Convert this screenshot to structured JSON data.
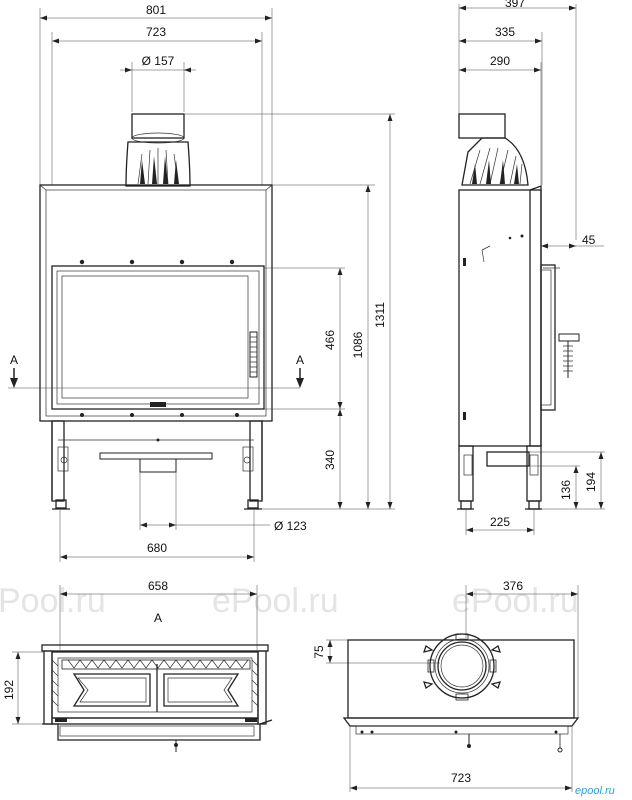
{
  "front_view": {
    "width_overall": "801",
    "width_body": "723",
    "flue_diameter": "Ø 157",
    "height_total": "1311",
    "height_body": "1086",
    "height_glass": "466",
    "height_legs": "340",
    "leg_pipe_diameter": "Ø 123",
    "leg_span": "680",
    "section_marker_left": "A",
    "section_marker_right": "A"
  },
  "side_view": {
    "depth_overall": "397",
    "depth_body": "335",
    "depth_flue": "290",
    "frame_depth": "45",
    "air_inlet_height_low": "136",
    "air_inlet_height_high": "194",
    "leg_depth": "225"
  },
  "section_view": {
    "inner_width": "658",
    "section_label": "A",
    "depth": "192"
  },
  "top_view": {
    "flue_offset": "376",
    "flue_edge": "75",
    "width": "723"
  },
  "watermark": {
    "text_1": "Pool.ru",
    "text_2": "ePool.ru",
    "text_3": "ePool.ru",
    "logo": "epool.ru"
  }
}
